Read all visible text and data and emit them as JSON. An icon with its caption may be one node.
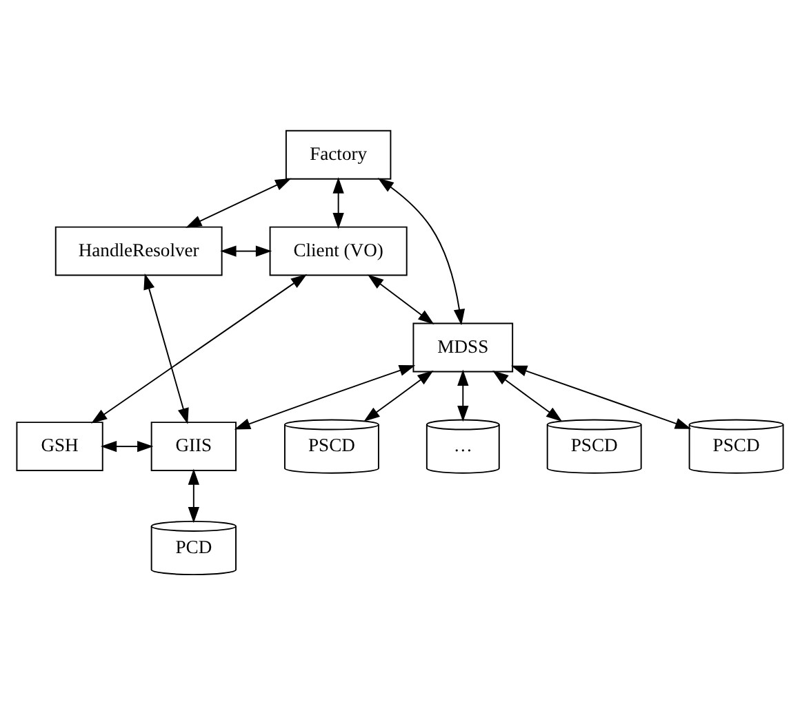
{
  "diagram": {
    "nodes": [
      {
        "text": [
          "Factory"
        ]
      },
      {
        "text": [
          "HandleResolver"
        ]
      },
      {
        "text": [
          "Client (VO)"
        ]
      },
      {
        "text": [
          "MDSS"
        ]
      },
      {
        "text": [
          "GSH"
        ]
      },
      {
        "text": [
          "GIIS"
        ]
      },
      {
        "text": [
          "PSCD"
        ]
      },
      {
        "text": [
          "PSCD"
        ]
      },
      {
        "text": [
          "PSCD"
        ]
      },
      {
        "text": [
          "…"
        ]
      },
      {
        "text": [
          "PCD"
        ]
      }
    ],
    "edges": [
      {
        "from": 0,
        "to": 2,
        "arrow": "both"
      },
      {
        "from": 0,
        "to": 1,
        "arrow": "both"
      },
      {
        "from": 0,
        "to": 3,
        "arrow": "both"
      },
      {
        "from": 1,
        "to": 2,
        "arrow": "both"
      },
      {
        "from": 1,
        "to": 5,
        "arrow": "both"
      },
      {
        "from": 2,
        "to": 3,
        "arrow": "both"
      },
      {
        "from": 2,
        "to": 4,
        "arrow": "both"
      },
      {
        "from": 4,
        "to": 5,
        "arrow": "both"
      },
      {
        "from": 3,
        "to": 5,
        "arrow": "both"
      },
      {
        "from": 3,
        "to": 6,
        "arrow": "both"
      },
      {
        "from": 3,
        "to": 7,
        "arrow": "both"
      },
      {
        "from": 3,
        "to": 8,
        "arrow": "both"
      },
      {
        "from": 3,
        "to": 9,
        "arrow": "both"
      },
      {
        "from": 5,
        "to": 10,
        "arrow": "both"
      }
    ]
  }
}
